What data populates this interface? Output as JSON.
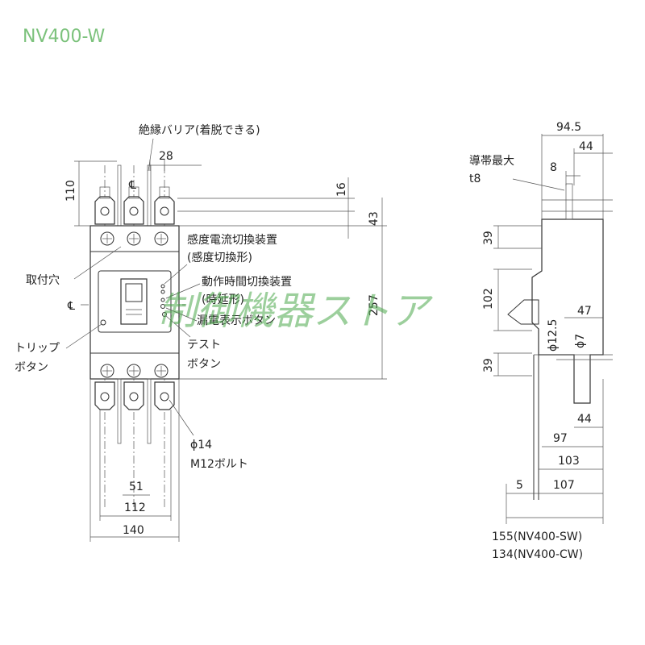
{
  "title": "NV400-W",
  "watermark": "制御機器ストア",
  "colors": {
    "title": "#7cc27c",
    "watermark": "#4aa84a",
    "line": "#333333"
  },
  "front_view": {
    "labels": {
      "barrier": "絶縁バリア(着脱できる)",
      "sens_switch_1": "感度電流切換装置",
      "sens_switch_2": "(感度切換形)",
      "time_switch_1": "動作時間切換装置",
      "time_switch_2": "(時延形)",
      "leak_button": "漏電表示ボタン",
      "test_1": "テスト",
      "test_2": "ボタン",
      "trip_1": "トリップ",
      "trip_2": "ボタン",
      "mount_hole": "取付穴",
      "bolt_1": "ϕ14",
      "bolt_2": "M12ボルト",
      "centerline_top": "℄",
      "centerline_left": "℄"
    },
    "dims": {
      "d28": "28",
      "d110": "110",
      "d16": "16",
      "d43": "43",
      "d257": "257",
      "d51": "51",
      "d112": "112",
      "d140": "140"
    }
  },
  "side_view": {
    "labels": {
      "conductor_1": "導帯最大",
      "conductor_2": "t8"
    },
    "dims": {
      "d94_5": "94.5",
      "d44_top": "44",
      "d8": "8",
      "d39_top": "39",
      "d102": "102",
      "d39_bot": "39",
      "d12_5": "ϕ12.5",
      "d7": "ϕ7",
      "d47": "47",
      "d44_bot": "44",
      "d97": "97",
      "d103": "103",
      "d5": "5",
      "d107": "107",
      "d155": "155(NV400-SW)",
      "d134": "134(NV400-CW)"
    }
  }
}
